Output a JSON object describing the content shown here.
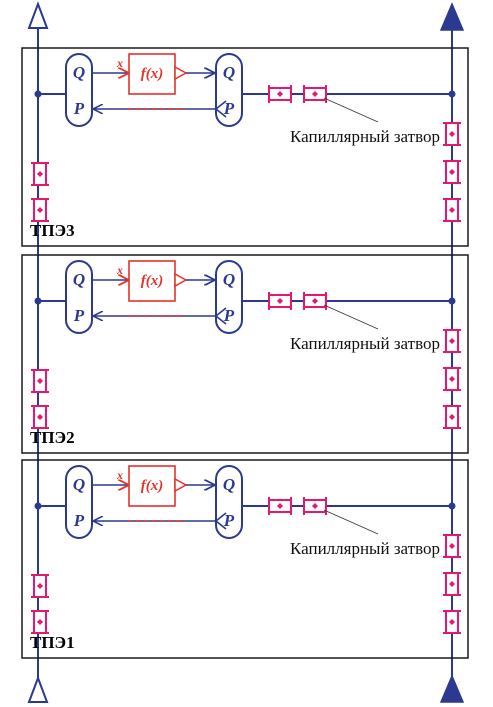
{
  "colors": {
    "line_blue": "#2b3990",
    "valve_pink": "#e6176e",
    "function_red": "#e5322b",
    "frame": "#1a1a1a"
  },
  "blocks": [
    {
      "id": "tpe3",
      "label": "ТПЭ3",
      "port_q": "Q",
      "port_p": "P",
      "function": "f(x)",
      "input": "x",
      "capillary_label": "Капиллярный затвор"
    },
    {
      "id": "tpe2",
      "label": "ТПЭ2",
      "port_q": "Q",
      "port_p": "P",
      "function": "f(x)",
      "input": "x",
      "capillary_label": "Капиллярный затвор"
    },
    {
      "id": "tpe1",
      "label": "ТПЭ1",
      "port_q": "Q",
      "port_p": "P",
      "function": "f(x)",
      "input": "x",
      "capillary_label": "Капиллярный затвор"
    }
  ],
  "icons": {
    "inlet_top": "hollow-triangle-up-icon",
    "outlet_top": "filled-triangle-up-icon",
    "inlet_bottom": "hollow-triangle-up-icon",
    "outlet_bottom": "filled-triangle-up-icon",
    "capillary_valve": "capillary-valve-icon"
  }
}
